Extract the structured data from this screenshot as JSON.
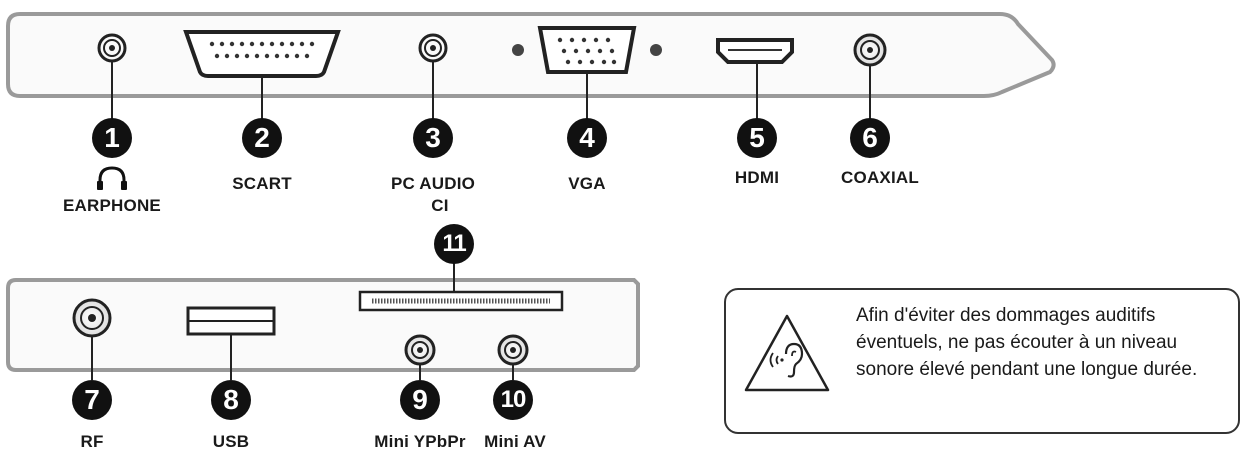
{
  "ports": {
    "p1": {
      "number": "1",
      "label": "EARPHONE"
    },
    "p2": {
      "number": "2",
      "label": "SCART"
    },
    "p3": {
      "number": "3",
      "label": "PC AUDIO"
    },
    "p4": {
      "number": "4",
      "label": "VGA"
    },
    "p5": {
      "number": "5",
      "label": "HDMI"
    },
    "p6": {
      "number": "6",
      "label": "COAXIAL"
    },
    "p7": {
      "number": "7",
      "label": "RF"
    },
    "p8": {
      "number": "8",
      "label": "USB"
    },
    "p9": {
      "number": "9",
      "label": "Mini YPbPr"
    },
    "p10": {
      "number": "10",
      "label": "Mini AV"
    },
    "p11": {
      "number": "11",
      "label": "CI"
    }
  },
  "warning": {
    "text": "Afin d'éviter des dommages auditifs éventuels, ne pas écouter à un niveau sonore élevé pendant une longue durée."
  },
  "icons": {
    "earphone": "headphone-icon",
    "warning": "hearing-warning-icon"
  }
}
